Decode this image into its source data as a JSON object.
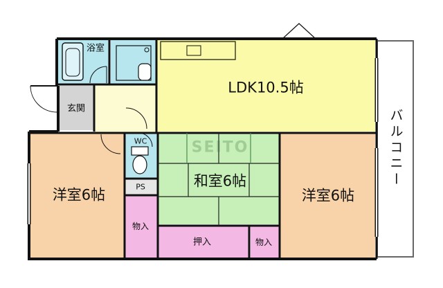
{
  "rooms": {
    "ldk": "LDK10.5帖",
    "western_left": "洋室6帖",
    "japanese": "和室6帖",
    "western_right": "洋室6帖",
    "balcony": "バルコニー",
    "bath": "浴室",
    "entrance": "玄関",
    "wc": "WC",
    "ps": "PS",
    "closet_left": "物入",
    "oshiire": "押入",
    "closet_right": "物入"
  },
  "watermark": "SEITO",
  "colors": {
    "ldk": "#fbfaa8",
    "western": "#f8d2a8",
    "japanese": "#c6f0b8",
    "water": "#b8e6ee",
    "storage": "#f4b8e4",
    "entrance": "#d4d4d4",
    "hall": "#fdfbd2",
    "wall": "#111111"
  }
}
